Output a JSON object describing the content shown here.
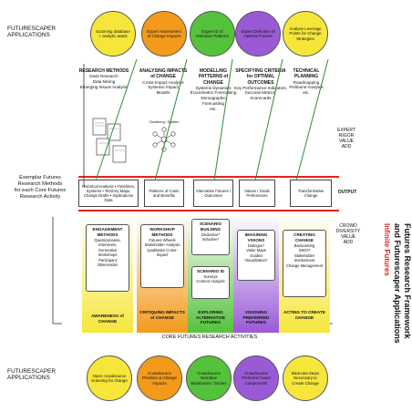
{
  "top": {
    "label": "FUTURESCAPER\nAPPLICATIONS",
    "circles": [
      "Scanning database + analytic assist",
      "Expert Assessment of Change Impacts",
      "Expert ID of Narrative Patterns",
      "Expert Definition of Optimal Futures",
      "Analyse Leverage Points for Change Strategies"
    ]
  },
  "columns": [
    {
      "title": "RESEARCH METHODS",
      "body": "Desk Research\nData Mining\nEmerging Issues Analysis"
    },
    {
      "title": "ANALYSING IMPACTS of CHANGE",
      "body": "Cross-Impact Analysis\nSystemic Impact\nModels"
    },
    {
      "title": "MODELLING PATTERNS of CHANGE",
      "body": "Systems Dynamics\nEconometric Forecasting\nDemographic Forecasting\netc."
    },
    {
      "title": "SPECIFYING CRITERIA for OPTIMAL OUTCOMES",
      "body": "Key Performance Indicators,\nSuccess Metrics,\nScorecards"
    },
    {
      "title": "TECHNICAL PLANNING",
      "body": "Roadmapping\nFishbone Analysis\netc."
    }
  ],
  "clustering_label": "Clustering / System",
  "expert_rigor": "EXPERT\nRIGOR\nVALUE\nADD",
  "exemplar_label": "Exemplar Futures\nResearch Methods\nfor each Core Futures\nResearch Activity",
  "output_label": "OUTPUT",
  "output_boxes": [
    "Historical Analysis • Timelines, Systems • Territory Maps, Change Drafts • Implications Data",
    "Patterns of Costs and Benefits",
    "Alternative Futures / Outcomes",
    "Values / Goals Preferences",
    "Transformative Change"
  ],
  "crowd_label": "CROWD\nDIVERSITY\nVALUE\nADD",
  "bands": [
    {
      "title": "AWARENESS of CHANGE",
      "box_title": "ENGAGEMENT METHODS",
      "box_body": "Questionnaires,\nInterviews,\nGenerative Workshops\nParticipant Observation"
    },
    {
      "title": "CRITIQUING IMPACTS of CHANGE",
      "box_title": "WORKSHOP METHODS",
      "box_body": "Futures Wheels\nStakeholder Analysis\nQualitative Cross-Impact"
    },
    {
      "title": "EXPLORING ALTERNATIVE FUTURES",
      "box_title": "SCENARIO BUILDING",
      "box_body": "Deductive*\nInductive*",
      "box2_title": "SCENARIO ID",
      "box2_body": "Surveys\nContent Analysis"
    },
    {
      "title": "VISIONING PREFERRED FUTURES",
      "box_title": "IMAGINING VISIONS",
      "box_body": "Dialogue*\nValue Maps\nGuided Visualization*"
    },
    {
      "title": "ACTING TO CREATE CHANGE",
      "box_title": "CREATING CHANGE",
      "box_body": "Backcasting\nSWOT\nStakeholder Involvement\nChange Management"
    }
  ],
  "core_label": "CORE FUTURES RESEARCH ACTIVITIES",
  "bottom": {
    "label": "FUTURESCAPER\nAPPLICATIONS",
    "circles": [
      "Open crowdsource scanning for change",
      "Crowdsource Priorities & Change Impacts",
      "Crowdsource Narrative Backbones / Stories",
      "Crowdsource Preferred Future Components",
      "Backcast Steps Necessary to Create Change"
    ]
  },
  "side_title": {
    "line1": "Futures Research Framework",
    "line2": "and Futurescaper Applications",
    "line3": "Infinite Futures"
  },
  "colors": {
    "yellow": "#f7e63a",
    "orange": "#f39a1b",
    "green": "#55c23c",
    "violet": "#9a5ad6",
    "red_line": "#e02418",
    "arrow_green": "#2e8b3a",
    "brand_red": "#e02418"
  }
}
